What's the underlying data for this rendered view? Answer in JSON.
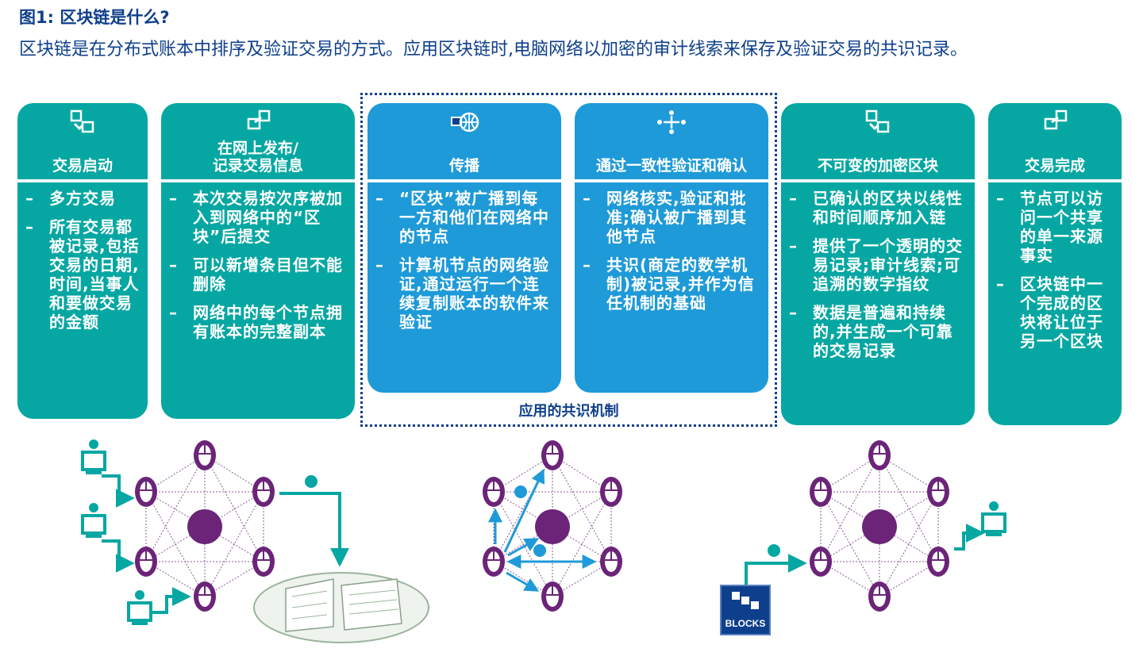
{
  "figure": {
    "title": "图1: 区块链是什么?",
    "description": "区块链是在分布式账本中排序及验证交易的方式。应用区块链时,电脑网络以加密的审计线索来保存及验证交易的共识记录。"
  },
  "steps": [
    {
      "title_lines": [
        "交易启动"
      ],
      "icon": "transaction-icon",
      "bullets": [
        "多方交易",
        "所有交易都被记录,包括交易的日期,时间,当事人和要做交易的金额"
      ]
    },
    {
      "title_lines": [
        "在网上发布/",
        "记录交易信息"
      ],
      "icon": "publish-icon",
      "bullets": [
        "本次交易按次序被加入到网络中的“区块”后提交",
        "可以新增条目但不能删除",
        "网络中的每个节点拥有账本的完整副本"
      ]
    },
    {
      "title_lines": [
        "传播"
      ],
      "icon": "broadcast-globe-icon",
      "bullets": [
        "“区块”被广播到每一方和他们在网络中的节点",
        "计算机节点的网络验证,通过运行一个连续复制账本的软件来验证"
      ]
    },
    {
      "title_lines": [
        "通过一致性验证和确认"
      ],
      "icon": "consensus-nodes-icon",
      "bullets": [
        "网络核实,验证和批准;确认被广播到其他节点",
        "共识(商定的数学机制)被记录,并作为信任机制的基础"
      ]
    },
    {
      "title_lines": [
        "不可变的加密区块"
      ],
      "icon": "transaction-icon",
      "bullets": [
        "已确认的区块以线性和时间顺序加入链",
        "提供了一个透明的交易记录;审计线索;可追溯的数字指纹",
        "数据是普遍和持续的,并生成一个可靠的交易记录"
      ]
    },
    {
      "title_lines": [
        "交易完成"
      ],
      "icon": "publish-icon",
      "bullets": [
        "节点可以访问一个共享的单一来源事实",
        "区块链中一个完成的区块将让位于另一个区块"
      ]
    }
  ],
  "consensus_label": "应用的共识机制",
  "blocks_label": "BLOCKS",
  "colors": {
    "teal": "#06a7a2",
    "blue": "#1e9ad8",
    "navy": "#0e3f8c",
    "purple": "#6b2478"
  }
}
